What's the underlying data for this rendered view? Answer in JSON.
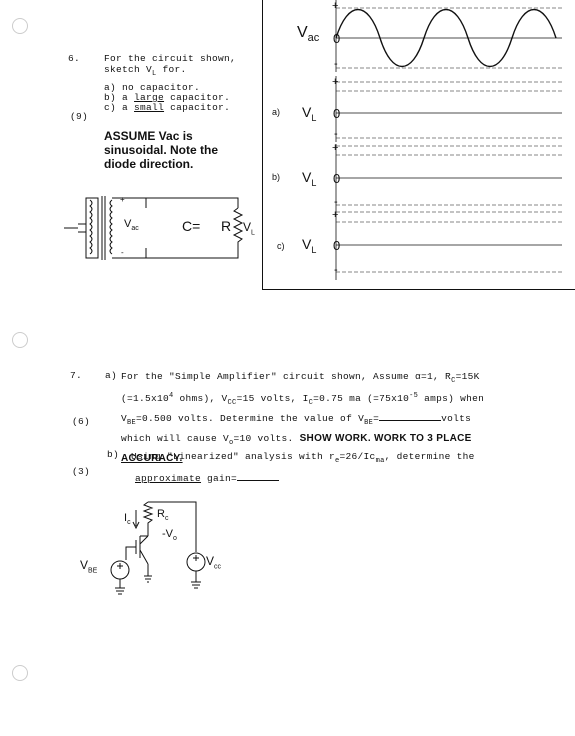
{
  "q6": {
    "number": "6.",
    "prompt_line1": "For the circuit shown,",
    "prompt_line2": "sketch V",
    "prompt_line2_sub": "L",
    "prompt_line2_end": "for.",
    "opt_a_prefix": "a)",
    "opt_a_text": "no capacitor.",
    "opt_b_prefix": "b) a",
    "opt_b_under": "large",
    "opt_b_end": "capacitor.",
    "opt_c_prefix": "c) a",
    "opt_c_under": "small",
    "opt_c_end": "capacitor.",
    "points": "(9)",
    "note_line1": "ASSUME Vac is",
    "note_line2": "sinusoidal. Note the",
    "note_line3": "diode direction.",
    "circuit": {
      "vac_label": "V",
      "vac_sub": "ac",
      "cap_label": "C=",
      "res_label": "R",
      "vl_label": "V",
      "vl_sub": "L",
      "plus": "+",
      "minus": "-"
    },
    "graphs": {
      "vac_label": "V",
      "vac_sub": "ac",
      "zero": "0",
      "plus": "+",
      "minus": "-",
      "a_label": "a)",
      "b_label": "b)",
      "c_label": "c)",
      "vl_label": "V",
      "vl_sub": "L"
    }
  },
  "q7": {
    "number": "7.",
    "a_prefix": "a)",
    "a_line1": "For the \"Simple Amplifier\" circuit shown, Assume α=1, R",
    "a_line1_sub": "C",
    "a_line1_end": "=15K",
    "a_line2_a": "(=1.5x10",
    "a_line2_sup": "4",
    "a_line2_b": " ohms), V",
    "a_line2_sub1": "CC",
    "a_line2_c": "=15 volts, I",
    "a_line2_sub2": "C",
    "a_line2_d": "=0.75 ma (=75x10",
    "a_line2_sup2": "-5",
    "a_line2_e": " amps) when",
    "a_line3_a": "V",
    "a_line3_sub": "BE",
    "a_line3_b": "=0.500 volts. Determine the value of V",
    "a_line3_sub2": "BE",
    "a_line3_c": "=",
    "a_line3_d": "volts",
    "a_line4_a": "which will cause V",
    "a_line4_sub": "o",
    "a_line4_b": "=10 volts.",
    "a_line4_bold": "SHOW WORK. WORK TO 3 PLACE",
    "a_line5_bold": "ACCURACY.",
    "points_a": "(6)",
    "b_prefix": "b)",
    "b_line1": "Using \"Linearized\" analysis with r",
    "b_line1_sub": "e",
    "b_line1_b": "=26/Ic",
    "b_line1_sub2": "ma",
    "b_line1_c": ", determine the",
    "b_line2": "approximate",
    "b_line2_b": " gain=",
    "points_b": "(3)",
    "circuit": {
      "ic_label": "I",
      "ic_sub": "c",
      "rc_label": "R",
      "rc_sub": "c",
      "vo_label": "-V",
      "vo_sub": "o",
      "vbe_label": "V",
      "vbe_sub": "BE",
      "vcc_label": "V",
      "vcc_sub": "cc"
    }
  }
}
